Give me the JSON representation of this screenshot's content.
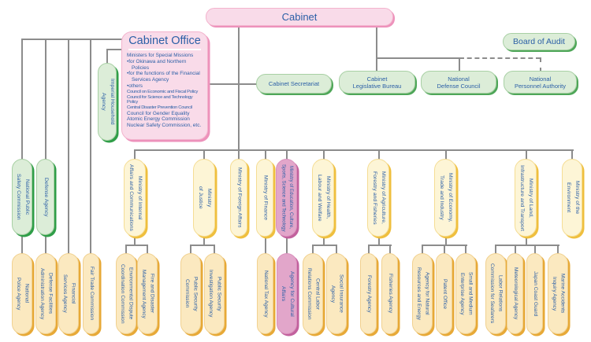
{
  "palette": {
    "pink_light": "#f9dbe9",
    "pink_accent": "#ed92bb",
    "pink_mid": "#e2a6ca",
    "pink_mid_accent": "#c2619d",
    "green_fill": "#dcedd8",
    "green_accent": "#2f9e48",
    "cream_ministry": "#fdf5d6",
    "cream_ministry_accent": "#efbf3e",
    "cream_agency": "#fbe9c0",
    "cream_agency_accent": "#e7a937",
    "text_blue": "#2b5fa6",
    "line_gray": "#8c8c8c"
  },
  "cabinet": {
    "label": "Cabinet"
  },
  "board_of_audit": {
    "label": "Board of Audit"
  },
  "top_row": {
    "secretariat": "Cabinet Secretariat",
    "legislative": "Cabinet\nLegislative Bureau",
    "defense_council": "National\nDefense Council",
    "personnel": "National\nPersonnel Authority"
  },
  "cabinet_office": {
    "title": "Cabinet Office",
    "lines": [
      "Ministers for Special Missions",
      "•for Okinawa and Northern",
      "Policies",
      "•for the functions of the Financial",
      "Services Agency",
      "•others",
      "Council on Economic and Fiscal Policy",
      "Council for Science and Technology Policy",
      "Central Disaster Prevention Council",
      "Council for Gender Equality",
      "Atomic Energy Commission",
      "Nuclear Safety Commission, etc."
    ]
  },
  "imperial": "Imperial Household\nAgency",
  "left_column": {
    "npsc": "National Public\nSafety Commission",
    "defense": "Defense Agency"
  },
  "ministries": [
    "Ministry of Internal\nAffairs and Communications",
    "Ministry\nof Justice",
    "Ministry of Foreign Affairs",
    "Ministry of Finance",
    "Ministry of Education, Culture,\nSports, Science and Technology",
    "Ministry of Health,\nLabour and Welfare",
    "Ministry of Agriculture,\nForestry and Fisheries",
    "Ministry of Economy,\nTrade and Industry",
    "Ministry of Land,\nInfrastructure and Transport",
    "Ministry of the\nEnvironment"
  ],
  "agencies": [
    "National\nPolice Agency",
    "Defense Facilities\nAdministration Agency",
    "Financial\nServices Agency",
    "Fair Trade Commission",
    "Environmental Dispute\nCoordination Commission",
    "Fire and Disaster\nManagement Agency",
    "Public Security\nCommission",
    "Public Security\nInvestigation Agency",
    "National Tax Agency",
    "Agency for Cultural\nAffairs",
    "Central Labor\nRelations Commission",
    "Social Insurance\nAgency",
    "Forestry Agency",
    "Fisheries Agency",
    "Agency for Natural\nResources and Energy",
    "Patent Office",
    "Small and Medium\nEnterprise Agency",
    "Labor Relations\nCommission for Seafarers",
    "Meteorological Agency",
    "Japan Coast Guard",
    "Marine Accidents\nInquiry Agency"
  ]
}
